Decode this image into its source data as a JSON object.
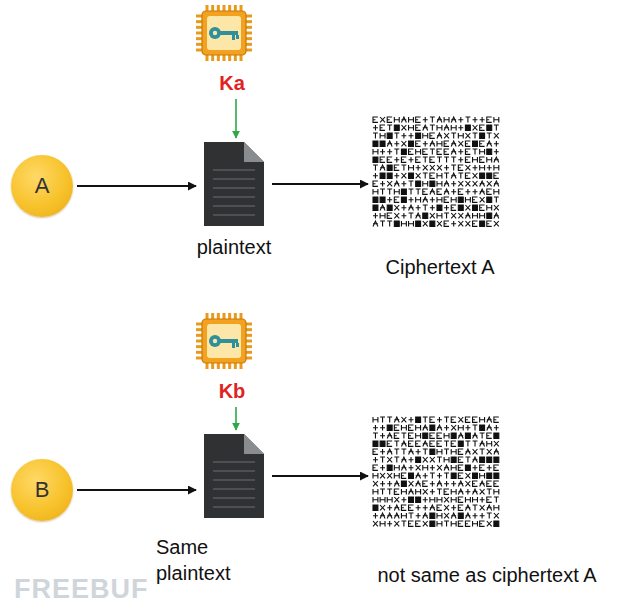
{
  "diagram": {
    "nodes": [
      {
        "text": [
          "Ka"
        ]
      },
      {
        "text": [
          "A"
        ]
      },
      {
        "text": [
          "plaintext"
        ]
      },
      {
        "text": [
          "Ciphertext A"
        ]
      },
      {
        "text": [
          "Kb"
        ]
      },
      {
        "text": [
          "B"
        ]
      },
      {
        "text": [
          "Same plaintext"
        ]
      },
      {
        "text": [
          "not same as ciphertext A"
        ]
      }
    ],
    "edges": [
      {
        "from": 0,
        "to": 2,
        "arrow": "to"
      },
      {
        "from": 1,
        "to": 2,
        "arrow": "to"
      },
      {
        "from": 2,
        "to": 3,
        "arrow": "to"
      },
      {
        "from": 4,
        "to": 6,
        "arrow": "to"
      },
      {
        "from": 5,
        "to": 6,
        "arrow": "to"
      },
      {
        "from": 6,
        "to": 7,
        "arrow": "to"
      }
    ],
    "labels": [
      "FREEBUF"
    ]
  }
}
